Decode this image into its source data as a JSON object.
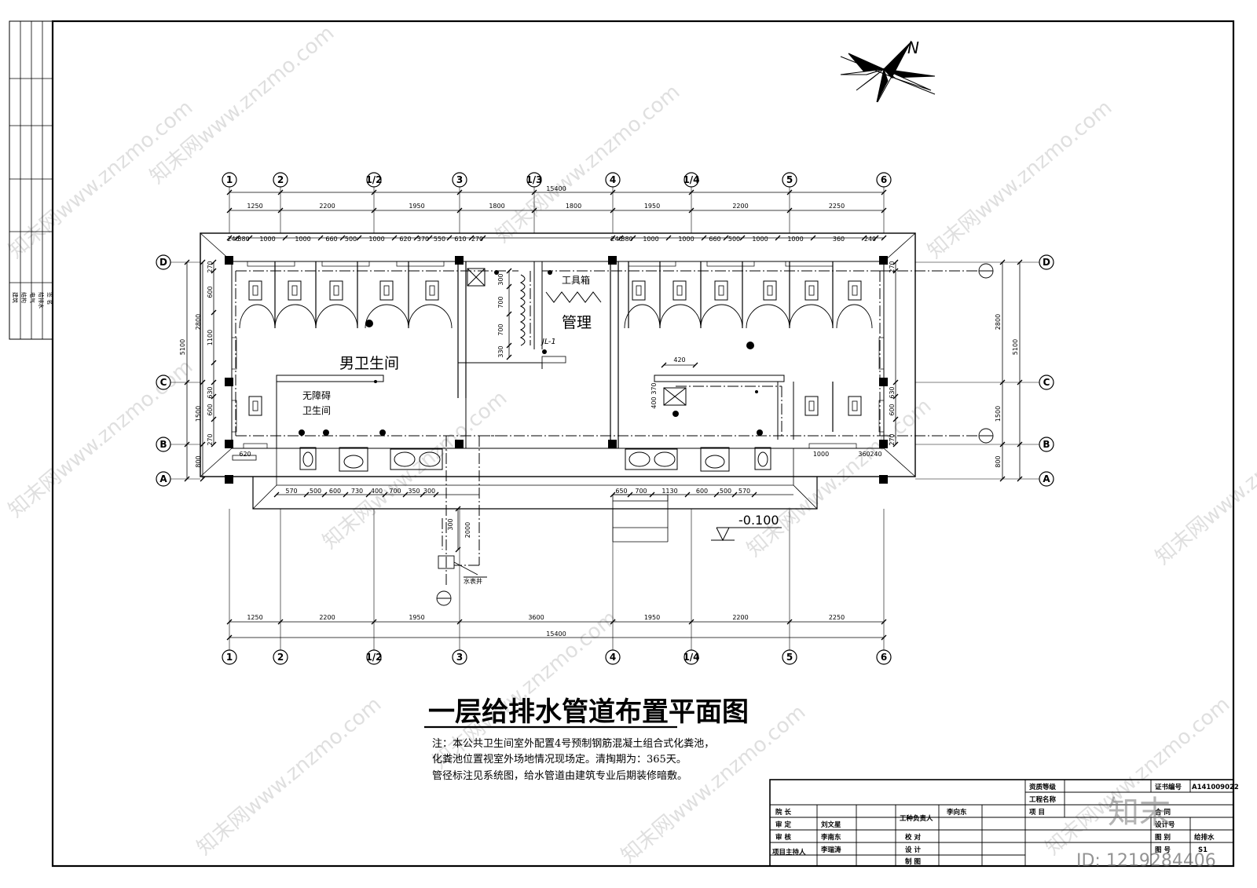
{
  "title": "一层给排水管道布置平面图",
  "notes": [
    "注：本公共卫生间室外配置4号预制钢筋混凝土组合式化粪池，",
    "化粪池位置视室外场地情况现场定。清掏期为：365天。",
    "管径标注见系统图，给水管道由建筑专业后期装修暗敷。"
  ],
  "rooms": {
    "men": "男卫生间",
    "accessible_1": "无障碍",
    "accessible_2": "卫生间",
    "mgmt": "管理",
    "tools": "工具箱",
    "riser": "JL-1"
  },
  "elevation": "-0.100",
  "water_meter": "水表井",
  "north": "N",
  "axes_vertical": [
    "1",
    "2",
    "1/2",
    "3",
    "1/3",
    "4",
    "1/4",
    "5",
    "6"
  ],
  "axes_vertical_bottom": [
    "1",
    "2",
    "1/2",
    "3",
    "4",
    "1/4",
    "5",
    "6"
  ],
  "axes_horizontal": [
    "D",
    "C",
    "B",
    "A"
  ],
  "dims_top_axes": [
    "1250",
    "2200",
    "1950",
    "1800",
    "1800",
    "1950",
    "2200",
    "2250"
  ],
  "dims_bottom_axes": [
    "1250",
    "2200",
    "1950",
    "3600",
    "1950",
    "2200",
    "2250"
  ],
  "total": "15400",
  "dims_top_detail_left": [
    "240",
    "380",
    "1000",
    "1000",
    "660",
    "500",
    "1000",
    "620",
    "370",
    "550",
    "610",
    "270"
  ],
  "dims_top_detail_right": [
    "240",
    "380",
    "1000",
    "1000",
    "660",
    "500",
    "1000",
    "1000",
    "360",
    "240"
  ],
  "dims_bottom_detail_left": [
    "570",
    "500",
    "600",
    "730",
    "400",
    "700",
    "350",
    "300"
  ],
  "dims_bottom_detail_right": [
    "650",
    "700",
    "1130",
    "600",
    "500",
    "570"
  ],
  "dims_left": [
    "5100",
    "2800",
    "1500",
    "800",
    "270",
    "600",
    "1100",
    "630",
    "600",
    "270"
  ],
  "dims_right": [
    "5100",
    "2800",
    "1500",
    "800",
    "270",
    "630",
    "600",
    "270"
  ],
  "dims_misc": [
    "620",
    "1000",
    "360",
    "240",
    "420",
    "370",
    "400",
    "300",
    "700",
    "700",
    "330",
    "300",
    "2000"
  ],
  "side_strip": [
    "建筑",
    "结构",
    "电气",
    "给排水",
    "签 名"
  ],
  "title_block": {
    "qualification": "资质等级",
    "cert_no": "证书编号",
    "cert_value": "A141009022",
    "project_name": "工程名称",
    "project": "项 目",
    "dean": "院 长",
    "approve": "审 定",
    "approve_name": "刘文星",
    "review": "审 核",
    "review_name": "李南东",
    "lead": "项目主持人",
    "lead_name": "李瑞涛",
    "engineer": "工种负责人",
    "engineer_name": "李向东",
    "check": "校 对",
    "design": "设 计",
    "draw": "制 图",
    "contract": "合 同",
    "design_no": "设计号",
    "chart_type": "图 别",
    "chart_type_value": "给排水",
    "chart_no": "图 号",
    "chart_no_value": "S1"
  },
  "watermark": "知末网www.znzmo.com",
  "brand": "知末",
  "id_text": "ID: 1219284406"
}
